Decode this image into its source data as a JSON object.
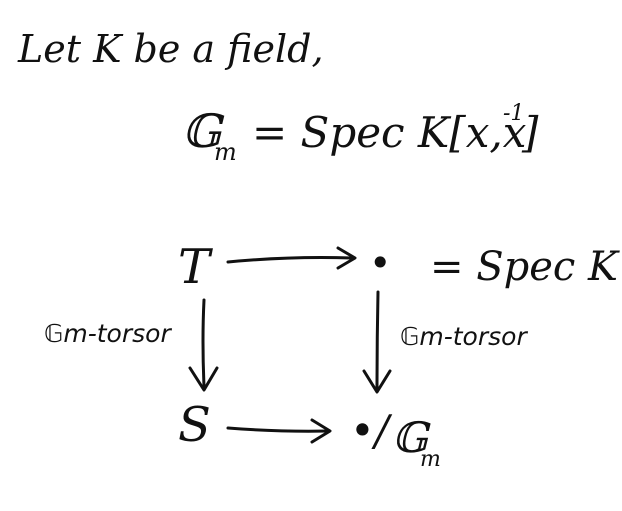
{
  "intro": {
    "line1": "Let K be a field,",
    "gm_symbol": "𝔾",
    "gm_subscript": "m",
    "definition_rest": "= Spec K[x,x",
    "exponent": "-1",
    "close_bracket": "]"
  },
  "diagram": {
    "top_left": "T",
    "top_right": "•",
    "top_right_note": "= Spec K",
    "bottom_left": "S",
    "bottom_right_prefix": "•/",
    "bottom_right_gm": "𝔾",
    "bottom_right_sub": "m",
    "left_arrow_label": "𝔾m-torsor",
    "right_arrow_label": "𝔾m-torsor"
  },
  "colors": {
    "ink": "#111111",
    "background": "#ffffff"
  }
}
